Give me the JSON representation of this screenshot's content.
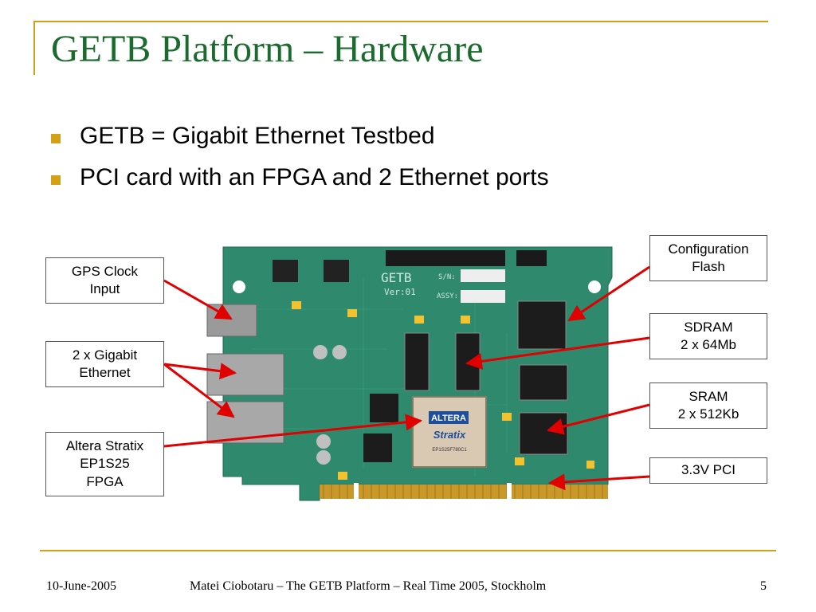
{
  "slide": {
    "title": "GETB Platform – Hardware",
    "bullets": [
      "GETB = Gigabit Ethernet Testbed",
      "PCI card with an FPGA and 2 Ethernet ports"
    ]
  },
  "board": {
    "silkscreen": "GETB",
    "version": "Ver:01",
    "sn": "S/N:",
    "assy": "ASSY:",
    "chip_brand": "ALTERA",
    "chip_family": "Stratix",
    "chip_part": "EP1S25F780C1"
  },
  "labels": {
    "gps": "GPS Clock\nInput",
    "ethernet": "2 x Gigabit\nEthernet",
    "fpga": "Altera Stratix\nEP1S25\nFPGA",
    "flash": "Configuration\nFlash",
    "sdram": "SDRAM\n2 x 64Mb",
    "sram": "SRAM\n2 x 512Kb",
    "pci": "3.3V  PCI"
  },
  "footer": {
    "date": "10-June-2005",
    "center": "Matei Ciobotaru – The GETB Platform – Real Time 2005, Stockholm",
    "page": "5"
  },
  "colors": {
    "title": "#1b6b2e",
    "accent_gold": "#d4a017",
    "board_green": "#2f8a6d",
    "arrow_red": "#e00000"
  }
}
